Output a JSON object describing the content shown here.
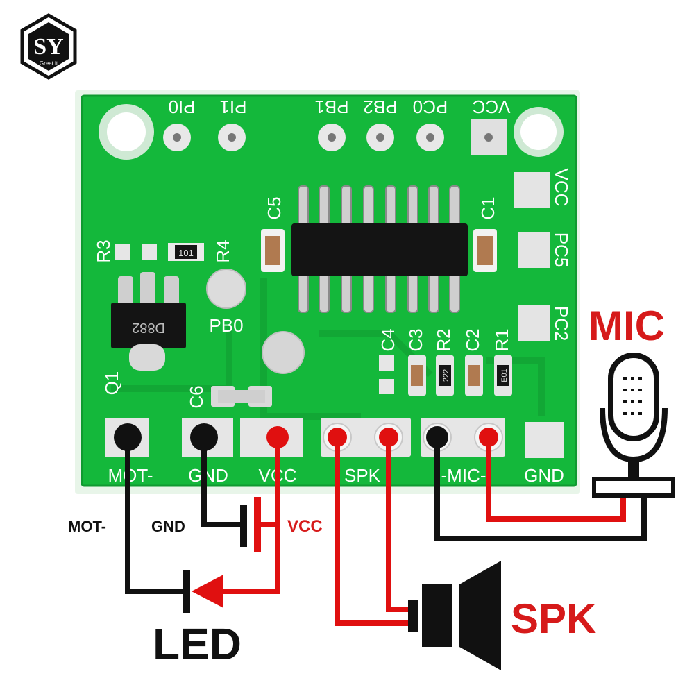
{
  "brand": {
    "logo_text": "SY",
    "tagline": "Great it"
  },
  "board": {
    "top_pins": [
      "PI0",
      "PI1",
      "PB1",
      "PB2",
      "PC0",
      "VCC"
    ],
    "right_pads": [
      "VCC",
      "PC5",
      "PC2"
    ],
    "components": {
      "c5": "C5",
      "c1": "C1",
      "r3": "R3",
      "r4": "R4",
      "r4_marking": "101",
      "transistor_marking": "D882",
      "q1": "Q1",
      "pb0": "PB0",
      "c4": "C4",
      "c3": "C3",
      "r2": "R2",
      "c2": "C2",
      "r1": "R1",
      "r2_marking": "222",
      "r1_marking": "E01",
      "c6": "C6"
    },
    "bottom_pins": [
      "MOT-",
      "GND",
      "VCC",
      "SPK",
      "-MIC-",
      "GND"
    ]
  },
  "wiring_labels": {
    "mot": "MOT-",
    "gnd": "GND",
    "vcc": "VCC",
    "mic": "MIC",
    "spk": "SPK",
    "led": "LED"
  },
  "colors": {
    "board_green": "#12b53a",
    "wire_black": "#111111",
    "wire_red": "#e01010",
    "label_red": "#d61a1a"
  }
}
